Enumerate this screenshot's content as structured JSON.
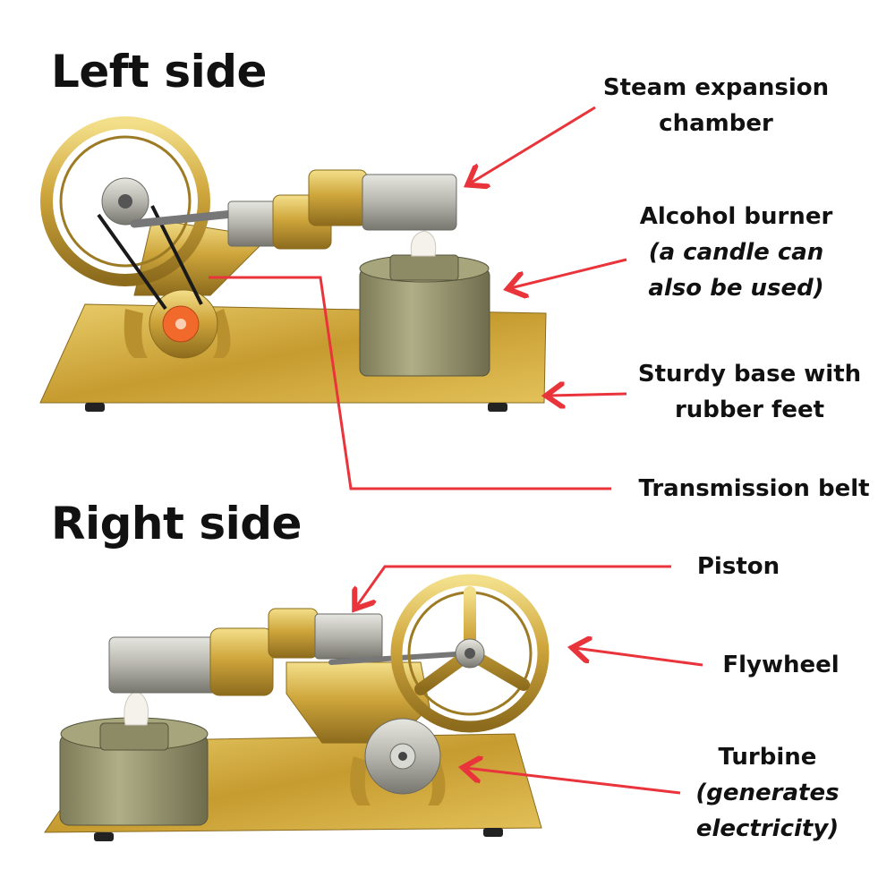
{
  "headings": {
    "left": "Left side",
    "right": "Right side"
  },
  "labels": {
    "steam_expansion_chamber": {
      "line1": "Steam expansion",
      "line2": "chamber"
    },
    "alcohol_burner": {
      "line1": "Alcohol burner",
      "note1": "(a candle can",
      "note2": "also be used)"
    },
    "sturdy_base": {
      "line1": "Sturdy base with",
      "line2": "rubber feet"
    },
    "transmission_belt": {
      "line1": "Transmission belt"
    },
    "piston": {
      "line1": "Piston"
    },
    "flywheel": {
      "line1": "Flywheel"
    },
    "turbine": {
      "line1": "Turbine",
      "note1": "(generates",
      "note2": "electricity)"
    }
  },
  "colors": {
    "arrow": "#e8343a",
    "brass": "#c9a23a",
    "brass_light": "#efd778",
    "brass_dark": "#8a6a1c",
    "steel": "#b3b3ad",
    "burner_can": "#8f8e6c",
    "turbine_cap": "#f26a2b"
  }
}
